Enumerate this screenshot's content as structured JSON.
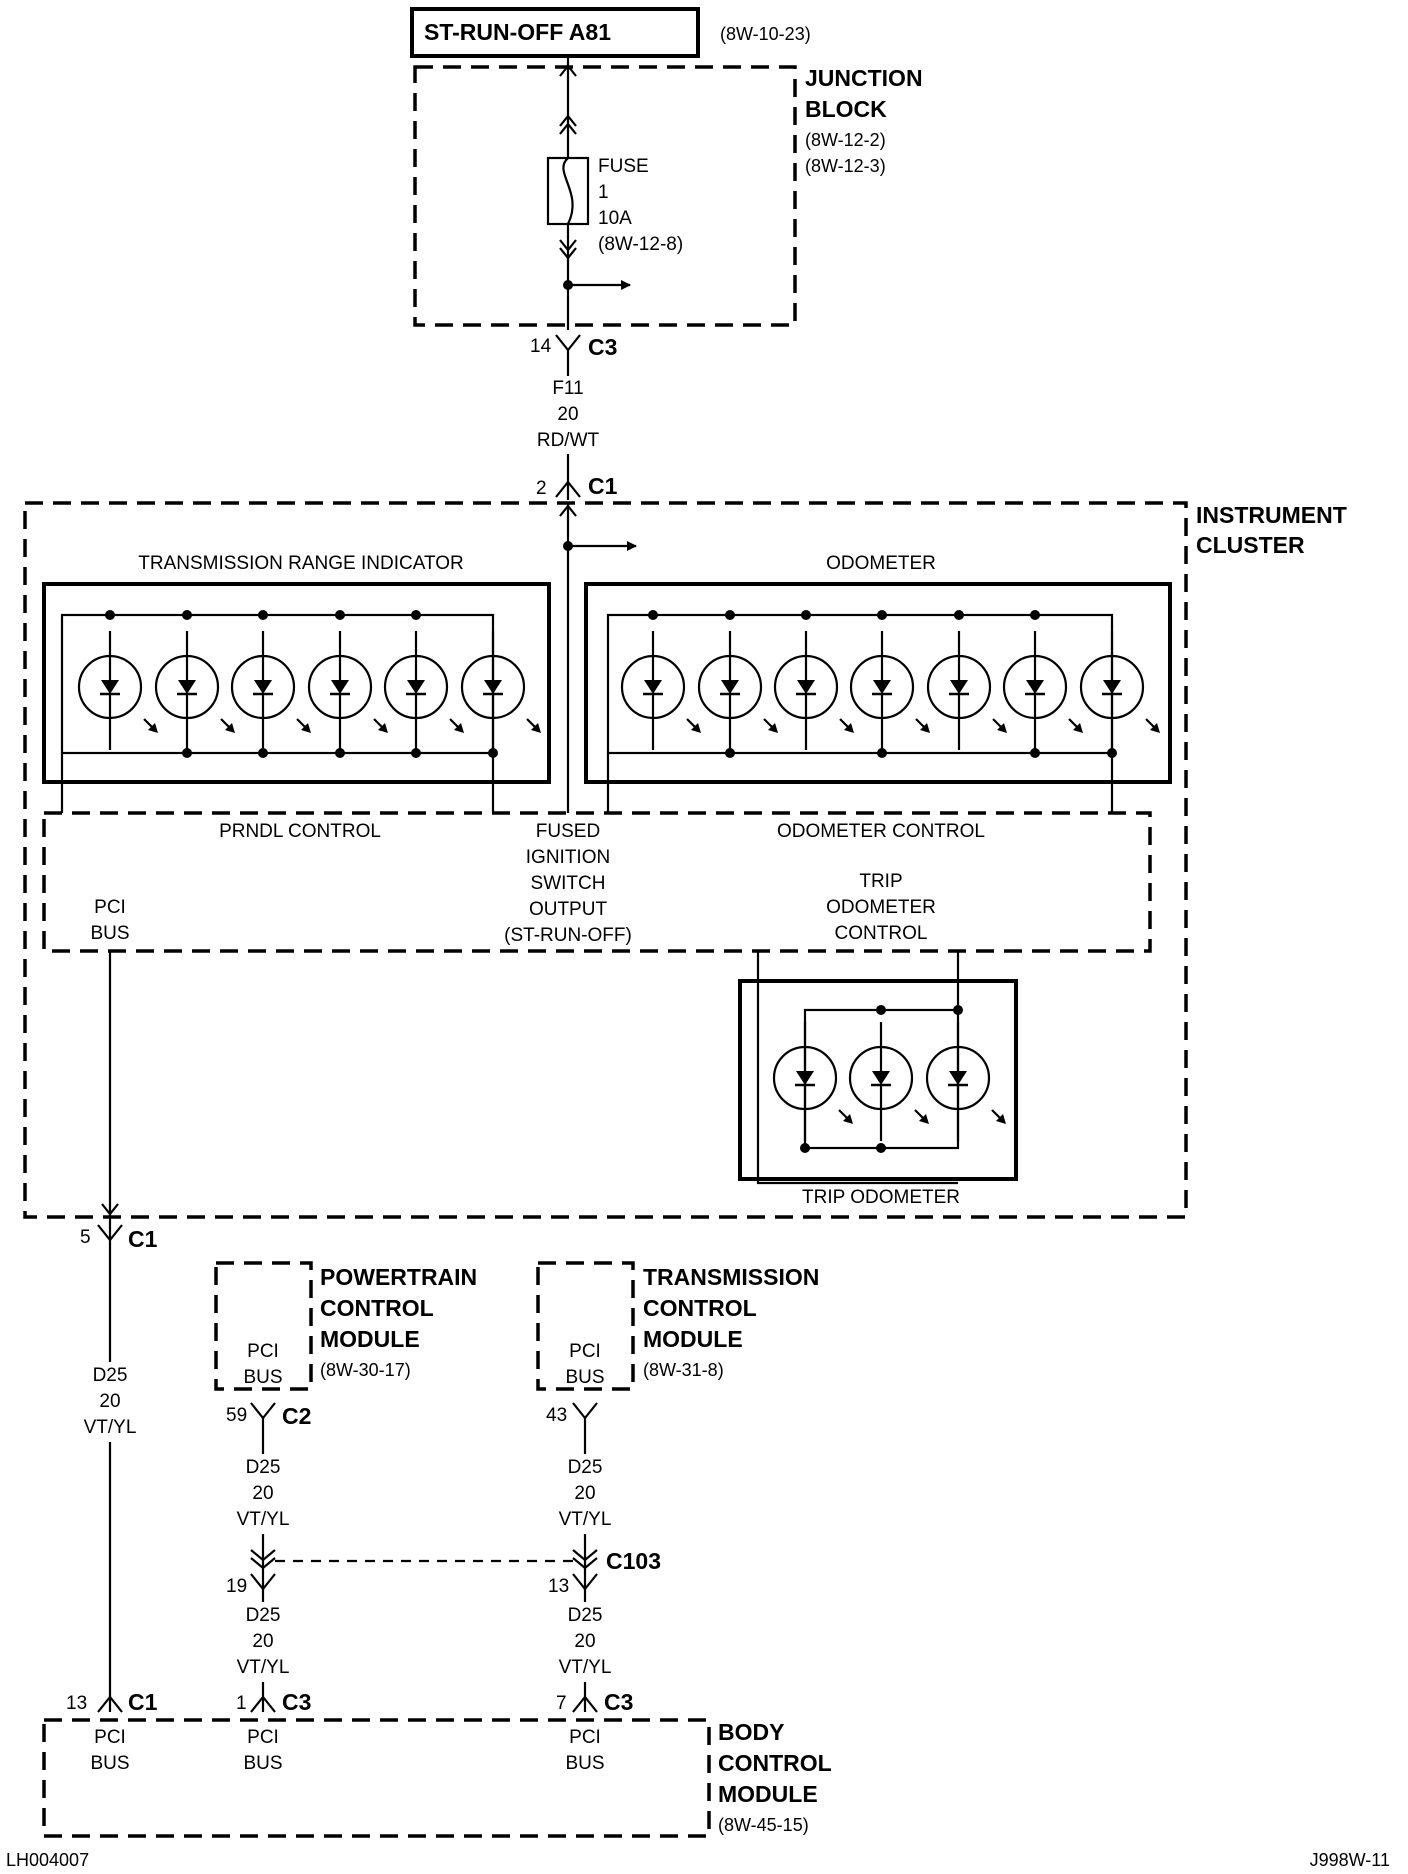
{
  "source": {
    "title": "ST-RUN-OFF A81",
    "ref": "(8W-10-23)"
  },
  "junction_block": {
    "name_line1": "JUNCTION",
    "name_line2": "BLOCK",
    "ref1": "(8W-12-2)",
    "ref2": "(8W-12-3)",
    "fuse": [
      "FUSE",
      "1",
      "10A",
      "(8W-12-8)"
    ],
    "connector_pin": "14",
    "connector": "C3"
  },
  "wire_f11": [
    "F11",
    "20",
    "RD/WT"
  ],
  "instrument_cluster": {
    "name_line1": "INSTRUMENT",
    "name_line2": "CLUSTER",
    "input_pin": "2",
    "input_connector": "C1",
    "transmission_range_indicator": "TRANSMISSION RANGE INDICATOR",
    "odometer": "ODOMETER",
    "prndl_control": "PRNDL CONTROL",
    "odometer_control": "ODOMETER CONTROL",
    "fused_output": [
      "FUSED",
      "IGNITION",
      "SWITCH",
      "OUTPUT",
      "(ST-RUN-OFF)"
    ],
    "pci_bus": [
      "PCI",
      "BUS"
    ],
    "trip_control": [
      "TRIP",
      "ODOMETER",
      "CONTROL"
    ],
    "trip_odometer": "TRIP ODOMETER",
    "output_pin": "5",
    "output_connector": "C1"
  },
  "wire_d25": [
    "D25",
    "20",
    "VT/YL"
  ],
  "pcm": {
    "name_line1": "POWERTRAIN",
    "name_line2": "CONTROL",
    "name_line3": "MODULE",
    "ref": "(8W-30-17)",
    "bus": [
      "PCI",
      "BUS"
    ],
    "pin": "59",
    "connector": "C2"
  },
  "tcm": {
    "name_line1": "TRANSMISSION",
    "name_line2": "CONTROL",
    "name_line3": "MODULE",
    "ref": "(8W-31-8)",
    "bus": [
      "PCI",
      "BUS"
    ],
    "pin": "43"
  },
  "c103": {
    "connector": "C103",
    "pin_left": "19",
    "pin_right": "13"
  },
  "bcm": {
    "name_line1": "BODY",
    "name_line2": "CONTROL",
    "name_line3": "MODULE",
    "ref": "(8W-45-15)",
    "bus": [
      "PCI",
      "BUS"
    ],
    "pin_a": "13",
    "conn_a": "C1",
    "pin_b": "1",
    "conn_b": "C3",
    "pin_c": "7",
    "conn_c": "C3"
  },
  "footer": {
    "left": "LH004007",
    "right": "J998W-11"
  }
}
